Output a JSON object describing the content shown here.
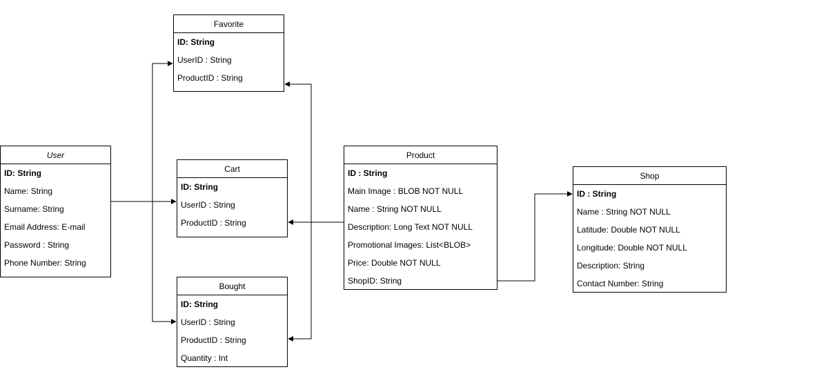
{
  "entities": {
    "favorite": {
      "title": "Favorite",
      "attributes": [
        "ID: String",
        "UserID : String",
        "ProductID : String"
      ]
    },
    "user": {
      "title": "User",
      "attributes": [
        "ID: String",
        "Name: String",
        "Surname: String",
        "Email Address: E-mail",
        "Password : String",
        "Phone Number: String"
      ]
    },
    "cart": {
      "title": "Cart",
      "attributes": [
        "ID: String",
        "UserID : String",
        "ProductID : String"
      ]
    },
    "bought": {
      "title": "Bought",
      "attributes": [
        "ID: String",
        "UserID : String",
        "ProductID : String",
        "Quantity : Int"
      ]
    },
    "product": {
      "title": "Product",
      "attributes": [
        "ID : String",
        "Main Image : BLOB NOT NULL",
        "Name : String NOT NULL",
        "Description: Long Text NOT NULL",
        "Promotional Images: List<BLOB>",
        "Price: Double NOT NULL",
        "ShopID: String"
      ]
    },
    "shop": {
      "title": "Shop",
      "attributes": [
        "ID : String",
        "Name : String NOT NULL",
        "Latitude: Double NOT NULL",
        "Longitude: Double NOT NULL",
        "Description: String",
        "Contact Number: String"
      ]
    }
  },
  "colors": {
    "line": "#000000",
    "background": "#ffffff"
  }
}
